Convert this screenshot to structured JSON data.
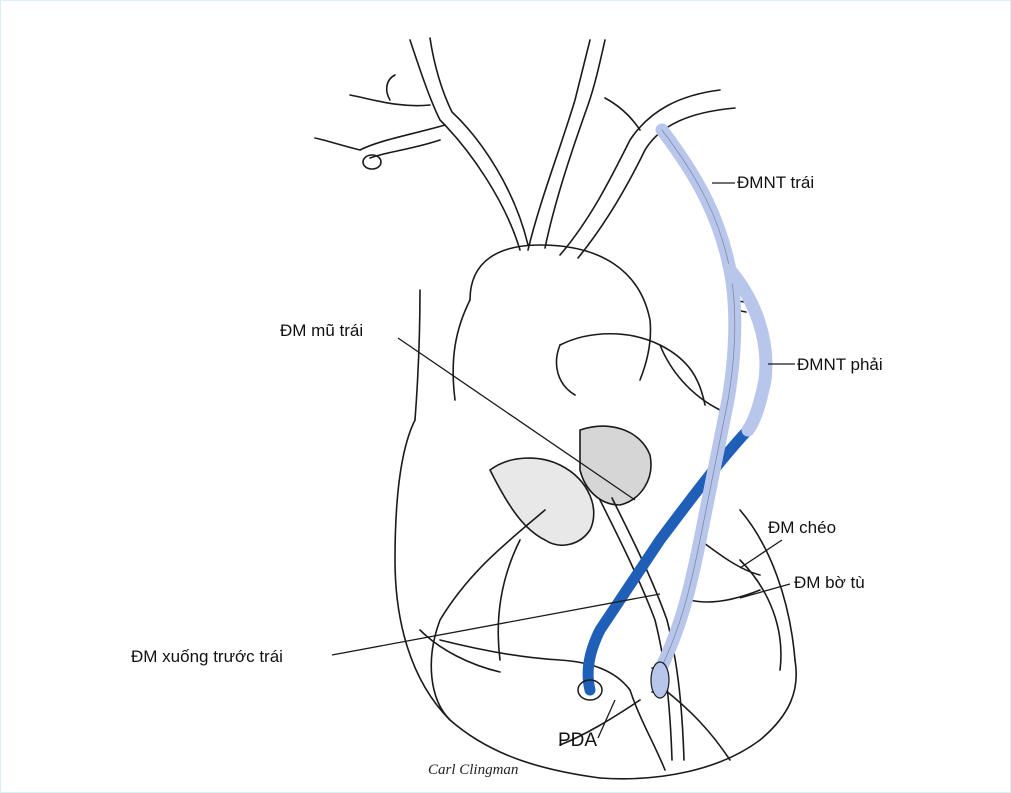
{
  "labels": {
    "lima": "ĐMNT trái",
    "rima": "ĐMNT phải",
    "circumflex": "ĐM mũ trái",
    "diagonal": "ĐM chéo",
    "obtuse_marginal": "ĐM bờ tù",
    "lad": "ĐM xuống trước trái",
    "pda": "PDA"
  },
  "signature": "Carl Clingman",
  "colors": {
    "graft_light": "#b9c6ec",
    "graft_dark": "#1f5fb8",
    "line": "#1a1a1a",
    "border": "#d9eef5"
  }
}
